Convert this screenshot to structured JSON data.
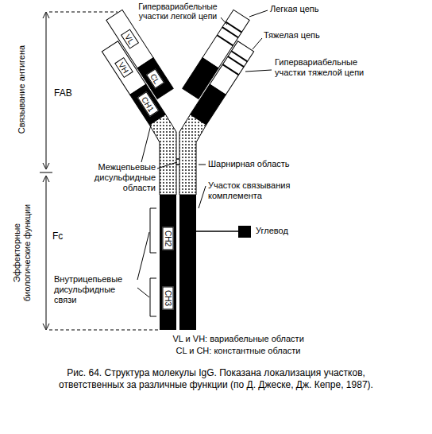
{
  "diagram": {
    "caption": "Рис. 64. Структура молекулы IgG. Показана локализация участков, ответственных за различные функции (по Д. Джеске, Дж. Кепре, 1987).",
    "nodes": [
      {
        "text": [
          "VL"
        ]
      },
      {
        "text": [
          "VH"
        ]
      },
      {
        "text": [
          "CL"
        ]
      },
      {
        "text": [
          "CH1"
        ]
      },
      {
        "text": [
          "CH2"
        ]
      },
      {
        "text": [
          "CH3"
        ]
      }
    ],
    "labels": [
      "Легкая цепь",
      "Гипервариабельные участки легкой цепи",
      "Тяжелая цепь",
      "Гипервариабельные участки тяжелой цепи",
      "Связывание антигена",
      "FAB",
      "Межцепьевые дисульфидные области",
      "Шарнирная область",
      "Участок связывания комплемента",
      "Углевод",
      "Эффекторные биологические функции",
      "Fc",
      "Внутрицепьевые дисульфидные связи",
      "VL и VH: вариабельные области",
      "CL и CH: константные области"
    ]
  }
}
